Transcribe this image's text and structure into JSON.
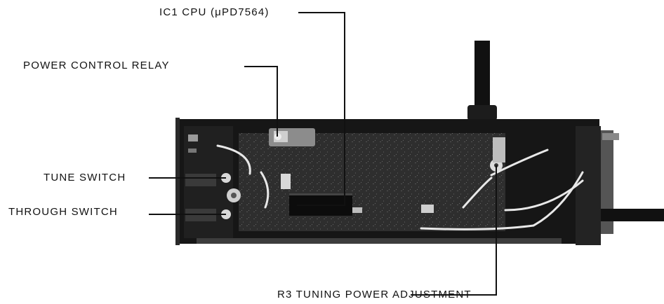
{
  "figure": {
    "callouts": {
      "cpu": "IC1 CPU (μPD7564)",
      "relay": "POWER CONTROL RELAY",
      "tune": "TUNE SWITCH",
      "through": "THROUGH SWITCH",
      "r3": "R3 TUNING POWER ADJUSTMENT"
    },
    "colors": {
      "chassis": "#1a1a1a",
      "board": "#2b2b2b",
      "leader": "#111111",
      "wire": "#e8e8e8",
      "background": "#ffffff"
    }
  }
}
